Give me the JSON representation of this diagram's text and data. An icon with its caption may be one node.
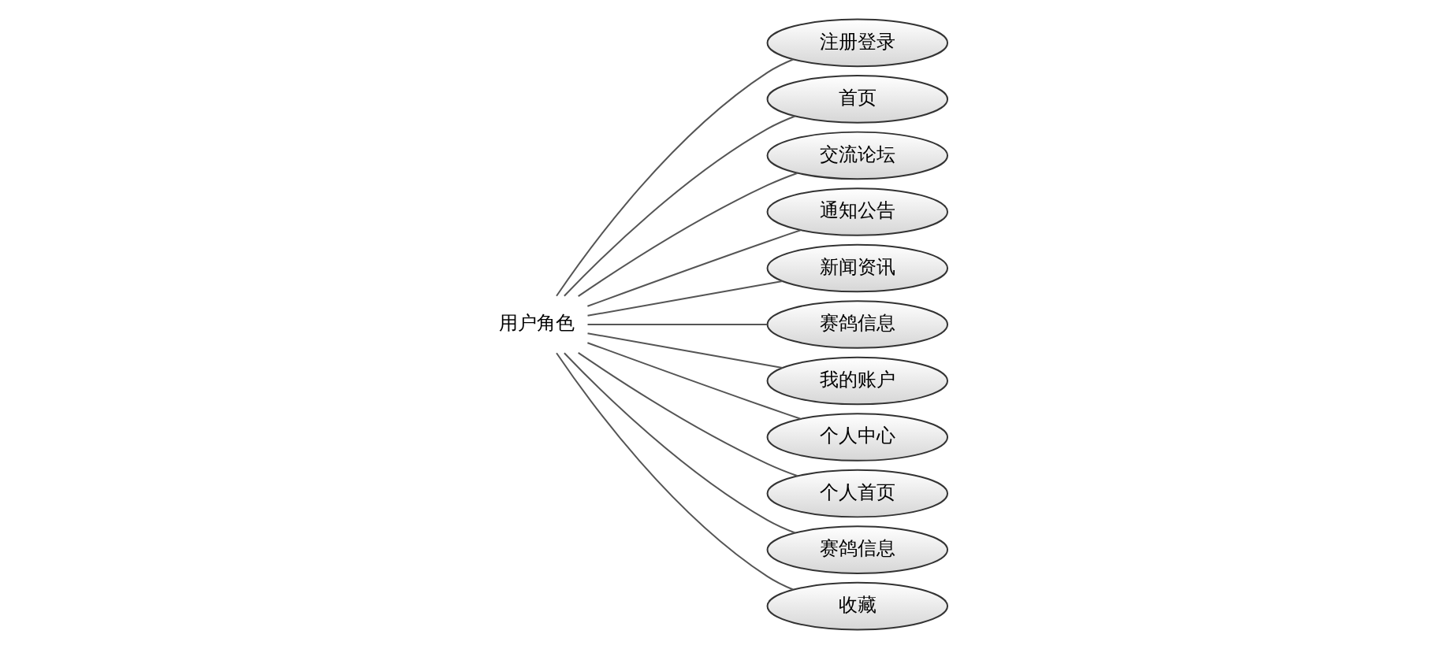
{
  "diagram": {
    "nodes": [
      {
        "text": [
          "用户角色"
        ]
      },
      {
        "text": [
          "注册登录"
        ]
      },
      {
        "text": [
          "首页"
        ]
      },
      {
        "text": [
          "交流论坛"
        ]
      },
      {
        "text": [
          "通知公告"
        ]
      },
      {
        "text": [
          "新闻资讯"
        ]
      },
      {
        "text": [
          "赛鸽信息"
        ]
      },
      {
        "text": [
          "我的账户"
        ]
      },
      {
        "text": [
          "个人中心"
        ]
      },
      {
        "text": [
          "个人首页"
        ]
      },
      {
        "text": [
          "赛鸽信息"
        ]
      },
      {
        "text": [
          "收藏"
        ]
      }
    ],
    "edges": [
      {
        "from": 0,
        "to": 1,
        "arrow": "none"
      },
      {
        "from": 0,
        "to": 2,
        "arrow": "none"
      },
      {
        "from": 0,
        "to": 3,
        "arrow": "none"
      },
      {
        "from": 0,
        "to": 4,
        "arrow": "none"
      },
      {
        "from": 0,
        "to": 5,
        "arrow": "none"
      },
      {
        "from": 0,
        "to": 6,
        "arrow": "none"
      },
      {
        "from": 0,
        "to": 7,
        "arrow": "none"
      },
      {
        "from": 0,
        "to": 8,
        "arrow": "none"
      },
      {
        "from": 0,
        "to": 9,
        "arrow": "none"
      },
      {
        "from": 0,
        "to": 10,
        "arrow": "none"
      },
      {
        "from": 0,
        "to": 11,
        "arrow": "none"
      }
    ]
  }
}
